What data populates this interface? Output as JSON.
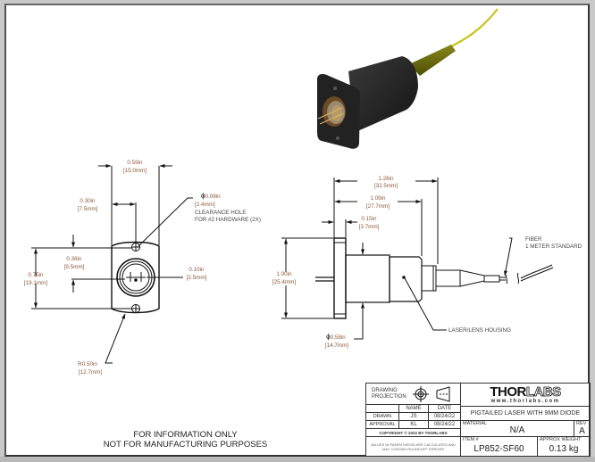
{
  "drawing": {
    "front_view": {
      "width_dim": {
        "in": "0.59in",
        "mm": "[15.0mm]"
      },
      "hole_offset_dim": {
        "in": "0.30in",
        "mm": "[7.5mm]"
      },
      "hole_note": {
        "dia": "0.09in",
        "mm": "[2.4mm]",
        "line1": "CLEARANCE HOLE",
        "line2": "FOR #2 HARDWARE (2X)"
      },
      "hole_spacing_dim": {
        "in": "0.75in",
        "mm": "[19.1mm]"
      },
      "center_offset_dim": {
        "in": "0.38in",
        "mm": "[9.5mm]"
      },
      "pin_spacing_dim": {
        "in": "0.10in",
        "mm": "[2.5mm]"
      },
      "radius_dim": {
        "in": "R0.50in",
        "mm": "[12.7mm]"
      }
    },
    "side_view": {
      "overall_length_dim": {
        "in": "1.28in",
        "mm": "[32.5mm]"
      },
      "housing_length_dim": {
        "in": "1.09in",
        "mm": "[27.7mm]"
      },
      "flange_thickness_dim": {
        "in": "0.15in",
        "mm": "[3.7mm]"
      },
      "height_dim": {
        "in": "1.00in",
        "mm": "[25.4mm]"
      },
      "housing_dia_dim": {
        "in": "0.58in",
        "mm": "[14.7mm]"
      },
      "housing_label": "LASER/LENS HOUSING",
      "fiber_label_1": "FIBER",
      "fiber_label_2": "1 METER STANDARD"
    },
    "disclaimer_1": "FOR INFORMATION ONLY",
    "disclaimer_2": "NOT FOR MANUFACTURING PURPOSES"
  },
  "title_block": {
    "projection_label_1": "DRAWING",
    "projection_label_2": "PROJECTION",
    "col_name": "NAME",
    "col_date": "DATE",
    "rows": [
      {
        "role": "DRAWN",
        "name": "JS",
        "date": "08/24/22"
      },
      {
        "role": "APPROVAL",
        "name": "KL",
        "date": "08/24/22"
      }
    ],
    "copyright": "COPYRIGHT © 2022 BY THORLABS",
    "values_note_1": "VALUES IN PARENTHESIS ARE CALCULATED AND",
    "values_note_2": "MAY CONTAIN ROUNDOFF ERRORS",
    "logo_bold": "THOR",
    "logo_outline": "LABS",
    "website": "www.thorlabs.com",
    "description": "PIGTAILED LASER WITH 9MM DIODE",
    "material_label": "MATERIAL",
    "material_value": "N/A",
    "rev_label": "REV",
    "rev_value": "A",
    "item_label": "ITEM #",
    "item_value": "LP852-SF60",
    "weight_label": "APPROX WEIGHT",
    "weight_value": "0.13 kg"
  },
  "colors": {
    "dimension_text": "#8a5a3a",
    "line": "#111111",
    "housing_black": "#1e1e1e",
    "fiber_yellow": "#c9c21a"
  }
}
